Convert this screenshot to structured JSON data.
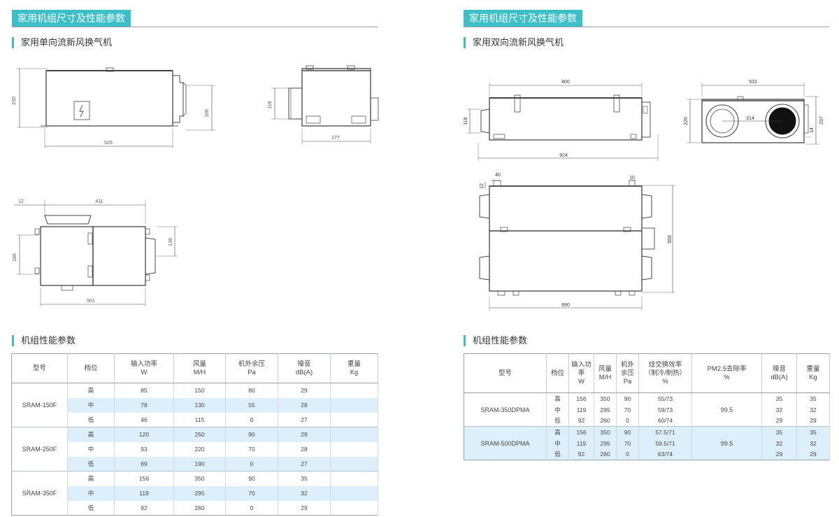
{
  "sections": [
    {
      "title": "家用机组尺寸及性能参数"
    },
    {
      "title": "家用机组尺寸及性能参数"
    }
  ],
  "subtitles": {
    "single": "家用单向流新风换气机",
    "dual": "家用双向流新风换气机",
    "left_perf": "机组性能参数",
    "right_perf": "机组性能参数"
  },
  "dims": {
    "s_h230": "230",
    "s_l526": "526",
    "s_d106": "106",
    "s_side118": "118",
    "s_side277": "277",
    "s_top12": "12",
    "s_top411": "411",
    "s_top186": "186",
    "s_top138": "138",
    "s_top501": "501",
    "d_800": "800",
    "d_118": "118",
    "d_924": "924",
    "d_532": "532",
    "d_314": "314",
    "d_220": "220",
    "d_237": "237",
    "d_14": "14",
    "d_40": "40",
    "d_10": "10",
    "d_12": "12",
    "d_558": "558",
    "d_690": "690"
  },
  "left_table": {
    "headers": [
      "型号",
      "档位",
      "输入功率\nW",
      "风量\nM/H",
      "机外余压\nPa",
      "噪音\ndB(A)",
      "重量\nKg"
    ],
    "groups": [
      {
        "model": "SRAM-150F",
        "rows": [
          {
            "level": "高",
            "power": "85",
            "flow": "150",
            "pressure": "80",
            "noise": "29",
            "weight": ""
          },
          {
            "level": "中",
            "power": "78",
            "flow": "130",
            "pressure": "55",
            "noise": "28",
            "weight": ""
          },
          {
            "level": "低",
            "power": "46",
            "flow": "115",
            "pressure": "0",
            "noise": "27",
            "weight": ""
          }
        ]
      },
      {
        "model": "SRAM-250F",
        "rows": [
          {
            "level": "高",
            "power": "120",
            "flow": "250",
            "pressure": "90",
            "noise": "29",
            "weight": ""
          },
          {
            "level": "中",
            "power": "93",
            "flow": "220",
            "pressure": "70",
            "noise": "28",
            "weight": ""
          },
          {
            "level": "低",
            "power": "69",
            "flow": "190",
            "pressure": "0",
            "noise": "27",
            "weight": ""
          }
        ]
      },
      {
        "model": "SRAM-350F",
        "rows": [
          {
            "level": "高",
            "power": "156",
            "flow": "350",
            "pressure": "90",
            "noise": "35",
            "weight": ""
          },
          {
            "level": "中",
            "power": "119",
            "flow": "295",
            "pressure": "70",
            "noise": "32",
            "weight": ""
          },
          {
            "level": "低",
            "power": "92",
            "flow": "260",
            "pressure": "0",
            "noise": "29",
            "weight": ""
          }
        ]
      }
    ]
  },
  "right_table": {
    "headers": [
      "型号",
      "档位",
      "输入功率\nW",
      "风量\nM/H",
      "机外\n余压\nPa",
      "焓交换效率\n（制冷/制热）\n%",
      "PM2.5去除率\n%",
      "噪音\ndB(A)",
      "重量\nKg"
    ],
    "groups": [
      {
        "model": "SRAM-350DPMA",
        "pm25": "99.5",
        "rows": [
          {
            "level": "高",
            "power": "156",
            "flow": "350",
            "pressure": "90",
            "eff": "55/73",
            "noise": "35",
            "weight": "35"
          },
          {
            "level": "中",
            "power": "119",
            "flow": "295",
            "pressure": "70",
            "eff": "59/73",
            "noise": "32",
            "weight": "32"
          },
          {
            "level": "低",
            "power": "92",
            "flow": "260",
            "pressure": "0",
            "eff": "60/74",
            "noise": "29",
            "weight": "29"
          }
        ]
      },
      {
        "model": "SRAM-500DPMA",
        "pm25": "99.5",
        "rows": [
          {
            "level": "高",
            "power": "156",
            "flow": "350",
            "pressure": "90",
            "eff": "57.5/71",
            "noise": "35",
            "weight": "35"
          },
          {
            "level": "中",
            "power": "119",
            "flow": "295",
            "pressure": "70",
            "eff": "59.5/71",
            "noise": "32",
            "weight": "32"
          },
          {
            "level": "低",
            "power": "92",
            "flow": "260",
            "pressure": "0",
            "eff": "63/74",
            "noise": "29",
            "weight": "29"
          }
        ]
      }
    ]
  }
}
